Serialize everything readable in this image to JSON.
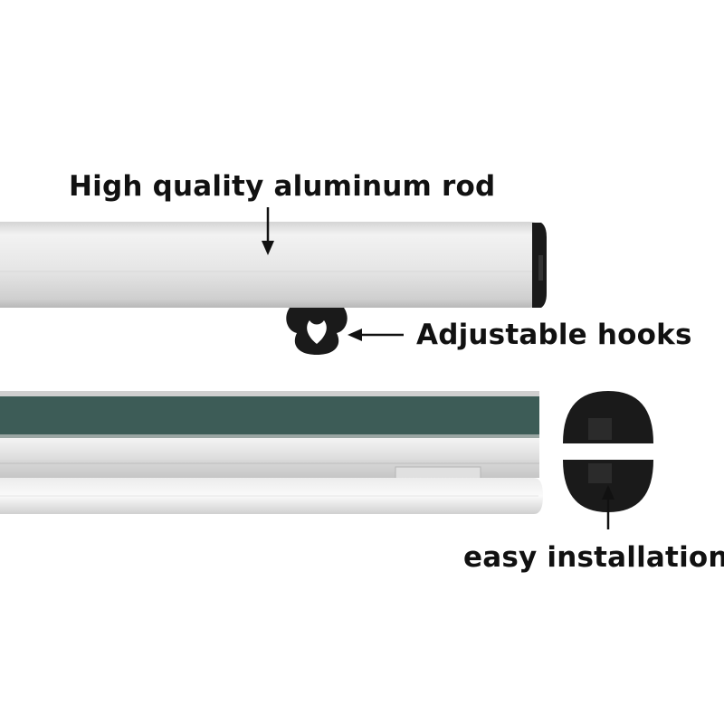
{
  "labels": {
    "rod": "High quality aluminum rod",
    "hooks": "Adjustable hooks",
    "installation": "easy installation"
  },
  "colors": {
    "background": "#ffffff",
    "aluminum": "#e8e8e8",
    "green_strip": "#3d5c57",
    "end_cap": "#1a1a1a",
    "text": "#111111"
  },
  "icons": {
    "rod_arrow": "arrow-down-icon",
    "hook_arrow": "arrow-left-icon",
    "install_arrow": "arrow-down-icon"
  }
}
